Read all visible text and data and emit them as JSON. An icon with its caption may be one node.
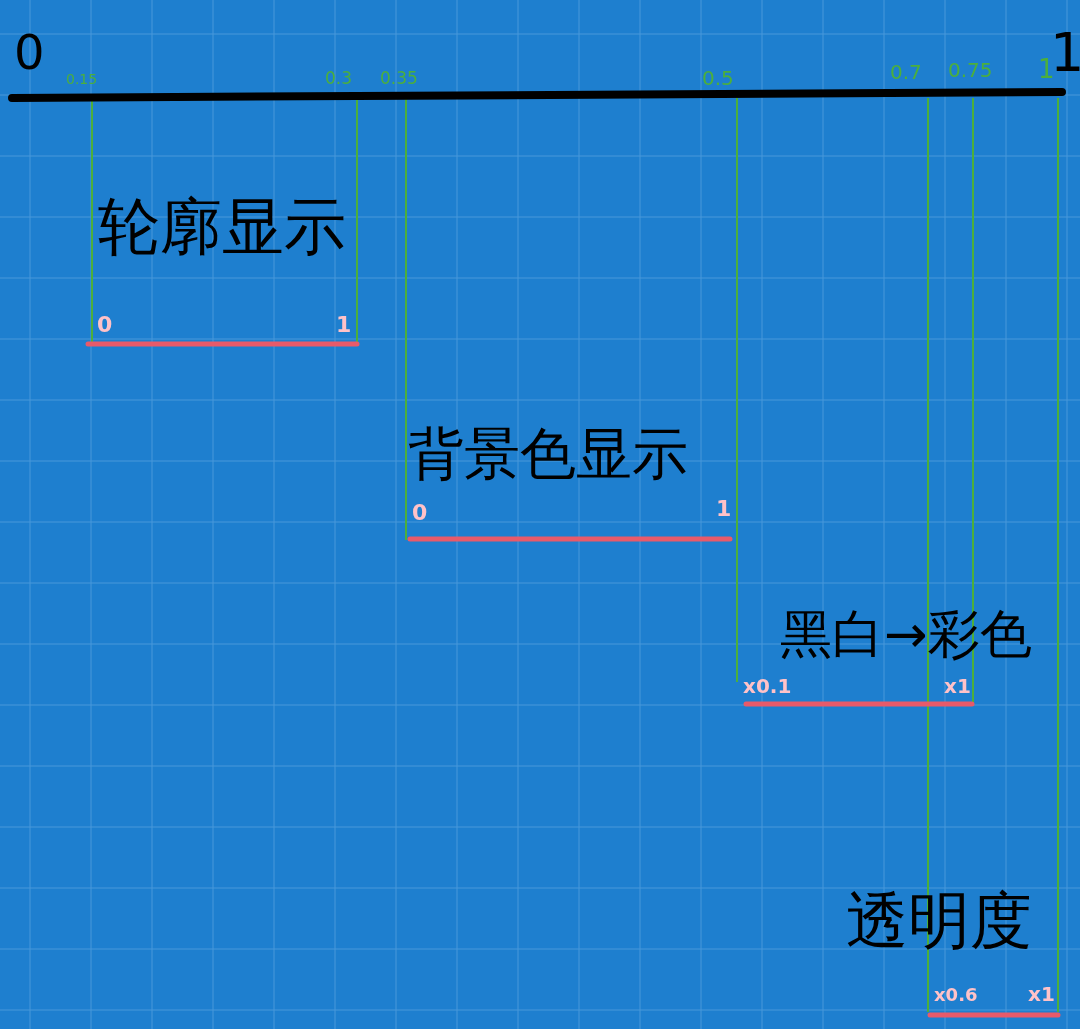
{
  "diagram": {
    "labels": [
      "0",
      "0.15",
      "0.3",
      "0.35",
      "0.5",
      "0.7",
      "0.75",
      "1",
      "1",
      "轮廓显示",
      "0",
      "1",
      "背景色显示",
      "0",
      "1",
      "黑白→彩色",
      "x0.1",
      "x1",
      "透明度",
      "x0.6",
      "x1"
    ]
  }
}
